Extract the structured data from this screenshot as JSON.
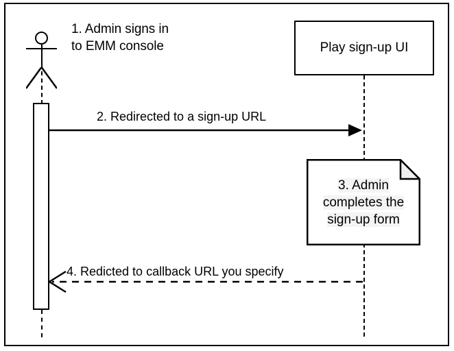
{
  "diagram": {
    "type": "uml-sequence-diagram",
    "background_color": "#ffffff",
    "line_color": "#000000",
    "note_fill": "#ffffff",
    "note_fold_fill": "#f0f0f0",
    "text_highlight": "#f4f4f4"
  },
  "actor": {
    "name": "admin-actor",
    "icon": "stick-figure-actor-icon",
    "label_line1": "1. Admin signs in",
    "label_line2": "to EMM console"
  },
  "participant": {
    "name": "play-sign-up-ui",
    "label": "Play sign-up UI"
  },
  "note": {
    "name": "admin-completes-form-note",
    "line1": "3. Admin",
    "line2": "completes the",
    "line3": "sign-up form"
  },
  "messages": [
    {
      "id": "message-2",
      "label": "2. Redirected to a sign-up URL",
      "style": "solid",
      "arrowhead": "filled",
      "direction": "actor-to-play"
    },
    {
      "id": "message-4",
      "label": "4. Redicted to callback URL you specify",
      "style": "dashed",
      "arrowhead": "open",
      "direction": "play-to-actor"
    }
  ]
}
